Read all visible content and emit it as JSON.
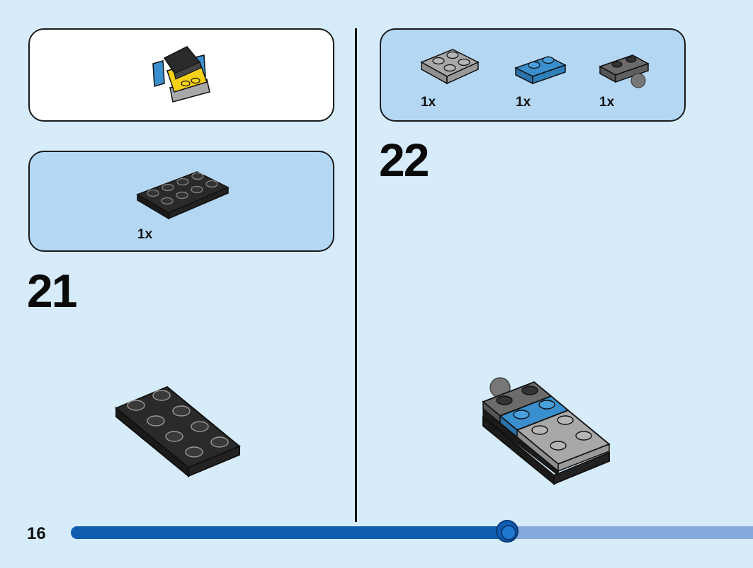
{
  "page": {
    "number": "16"
  },
  "steps": [
    {
      "number": "21",
      "parts": [
        {
          "name": "black-plate-2x4",
          "qty": "1x",
          "color": "#2a2a2a"
        }
      ]
    },
    {
      "number": "22",
      "parts": [
        {
          "name": "light-gray-plate-2x2",
          "qty": "1x",
          "color": "#a8a8a8"
        },
        {
          "name": "blue-plate-1x2",
          "qty": "1x",
          "color": "#3a8fce"
        },
        {
          "name": "dark-gray-plate-1x2-with-ball",
          "qty": "1x",
          "color": "#6b6b6b"
        }
      ]
    }
  ],
  "progress": {
    "fraction": 0.64
  },
  "colors": {
    "page_bg": "#d6ecfa",
    "panel_bg": "#b4d7f4",
    "progress": "#0f5db0",
    "progress_track": "#86a9dc"
  }
}
